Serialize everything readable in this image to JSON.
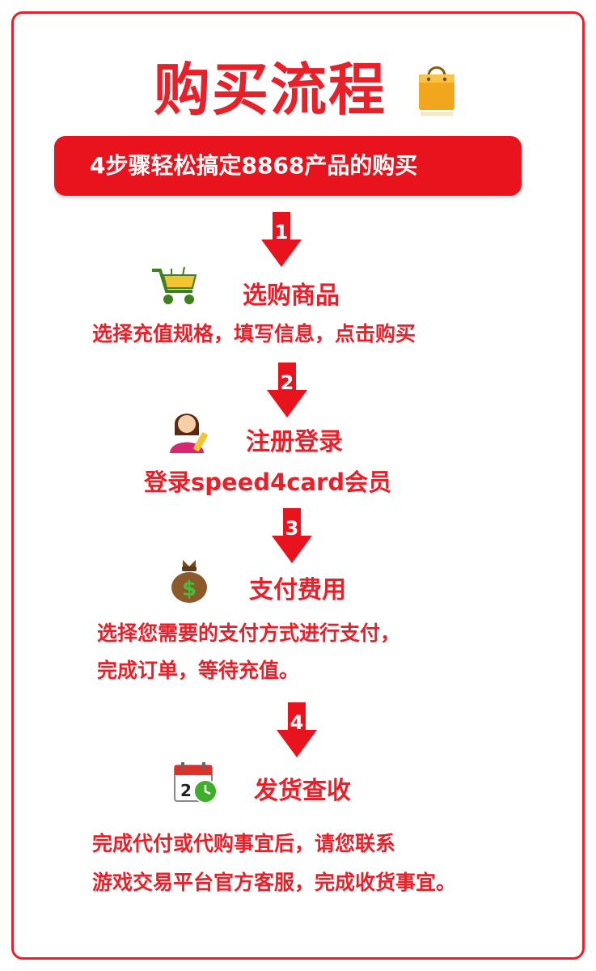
{
  "header": {
    "title": "购买流程",
    "subtitle": "4步骤轻松搞定8868产品的购买"
  },
  "steps": [
    {
      "number": "1",
      "title": "选购商品",
      "lines": [
        "选择充值规格，填写信息，点击购买"
      ],
      "icon": "shopping-cart-icon"
    },
    {
      "number": "2",
      "title": "注册登录",
      "lines": [
        "登录speed4card会员"
      ],
      "icon": "user-avatar-icon"
    },
    {
      "number": "3",
      "title": "支付费用",
      "lines": [
        "选择您需要的支付方式进行支付，",
        "完成订单，等待充值。"
      ],
      "icon": "money-bag-icon"
    },
    {
      "number": "4",
      "title": "发货查收",
      "lines": [
        "完成代付或代购事宜后，请您联系",
        "游戏交易平台官方客服，完成收货事宜。"
      ],
      "icon": "calendar-clock-icon"
    }
  ],
  "colors": {
    "accent": "#e8202a",
    "banner": "#e8131d",
    "text_on_banner": "#ffffff"
  }
}
